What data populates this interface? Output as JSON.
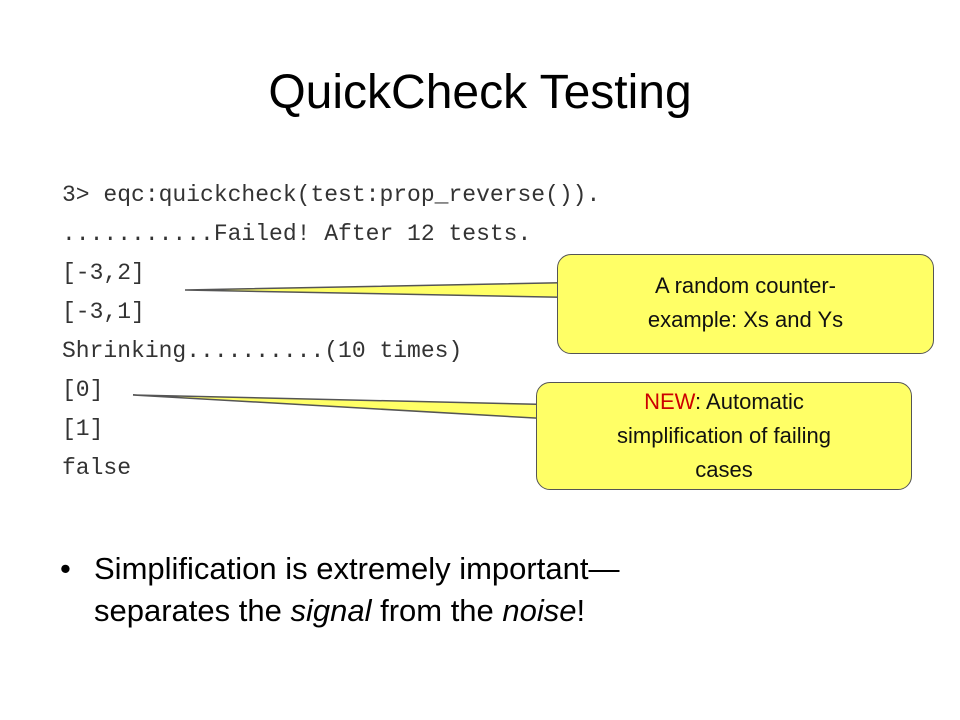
{
  "slide": {
    "title": "QuickCheck Testing",
    "code_lines": [
      "3> eqc:quickcheck(test:prop_reverse()).",
      "...........Failed! After 12 tests.",
      "[-3,2]",
      "[-3,1]",
      "Shrinking..........(10 times)",
      "[0]",
      "[1]",
      "false"
    ],
    "callouts": [
      {
        "lines": [
          "A random counter-",
          "example: Xs and Ys"
        ]
      },
      {
        "new_label": "NEW",
        "line1_rest": ": Automatic",
        "lines": [
          "simplification of failing",
          "cases"
        ]
      }
    ],
    "bullet": {
      "marker": "•",
      "line1": "Simplification is extremely important—",
      "line2_a": "separates the ",
      "line2_em1": "signal",
      "line2_b": " from the ",
      "line2_em2": "noise",
      "line2_c": "!"
    },
    "colors": {
      "callout_fill": "#ffff66",
      "new_label": "#cc0000"
    }
  }
}
